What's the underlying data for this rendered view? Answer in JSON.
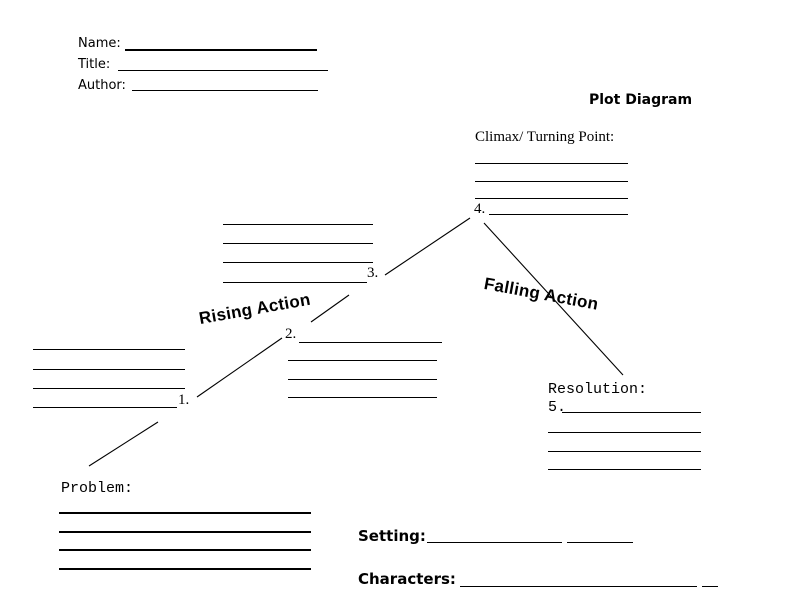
{
  "page_title": "Plot Diagram",
  "header": {
    "name_label": "Name:",
    "title_label": "Title:",
    "author_label": "Author:"
  },
  "diagram": {
    "climax_label": "Climax/ Turning Point:",
    "rising_action_label": "Rising Action",
    "falling_action_label": "Falling Action",
    "num1": "1.",
    "num2": "2.",
    "num3": "3.",
    "num4": "4.",
    "num5": "5.",
    "problem_label": "Problem:",
    "resolution_label": "Resolution:"
  },
  "footer": {
    "setting_label": "Setting:",
    "characters_label": "Characters:"
  },
  "colors": {
    "ink": "#000000",
    "background": "#ffffff"
  }
}
